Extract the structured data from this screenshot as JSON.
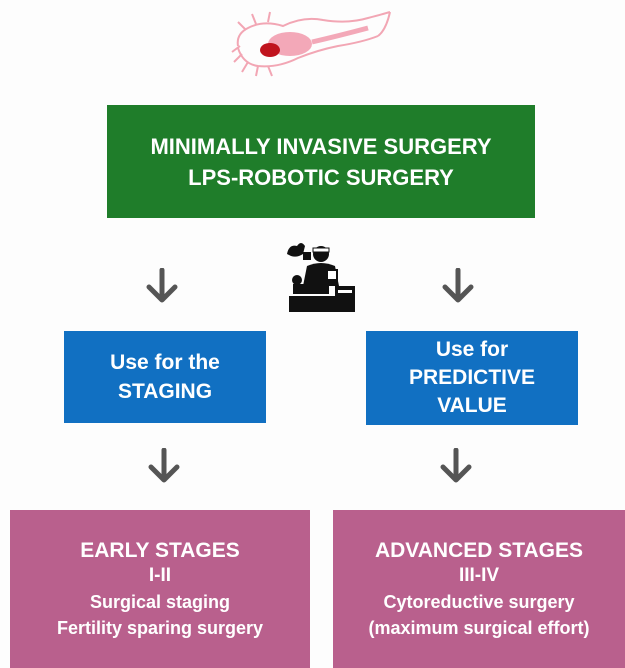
{
  "top_box": {
    "line1": "MINIMALLY INVASIVE SURGERY",
    "line2": "LPS-ROBOTIC SURGERY",
    "color": "#1f7d2a"
  },
  "left_box": {
    "line1": "Use for the",
    "line2": "STAGING",
    "color": "#1170c2"
  },
  "right_box": {
    "line1": "Use for",
    "line2": "PREDICTIVE",
    "line3": "VALUE",
    "color": "#1170c2"
  },
  "early": {
    "title": "EARLY STAGES",
    "range": "I-II",
    "line1": "Surgical staging",
    "line2": "Fertility sparing surgery",
    "color": "#b9608d"
  },
  "advanced": {
    "title": "ADVANCED STAGES",
    "range": "III-IV",
    "line1": "Cytoreductive surgery",
    "line2": "(maximum surgical effort)",
    "color": "#b9608d"
  },
  "icons": [
    "uterus-ovary-icon",
    "surgeon-icon",
    "arrow-down-icon"
  ]
}
